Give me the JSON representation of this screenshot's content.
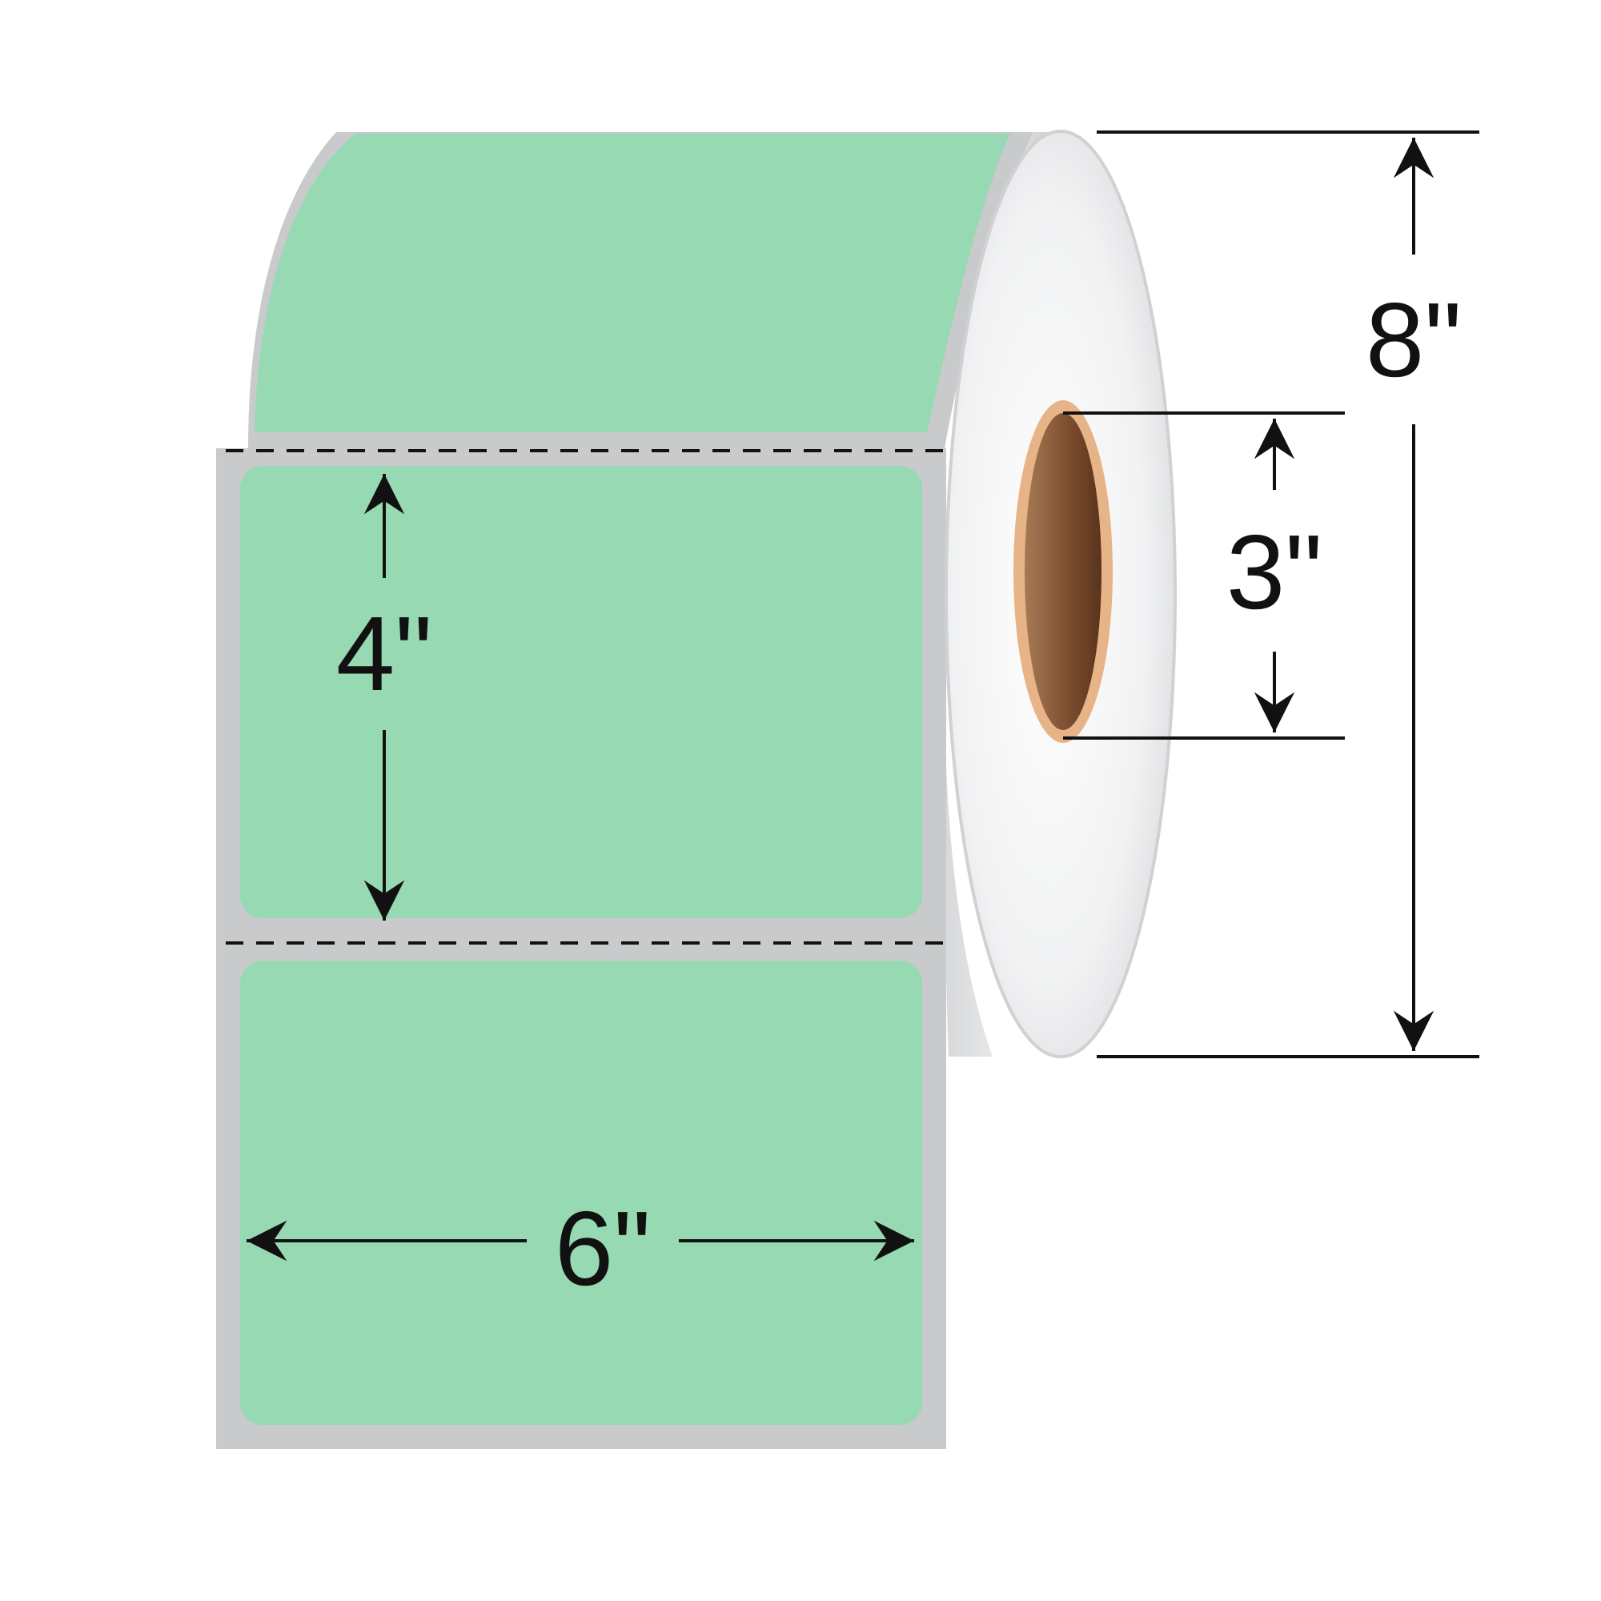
{
  "colors": {
    "label": "#96d9b3",
    "liner": "#c9cacb",
    "roll_face": "#f1f2f3",
    "core_outer": "#e7b487",
    "core_inner": "#7a4b2d",
    "ink": "#111111"
  },
  "dimensions": {
    "roll_diameter": "8\"",
    "core_diameter": "3\"",
    "label_height": "4\"",
    "label_width": "6\""
  }
}
